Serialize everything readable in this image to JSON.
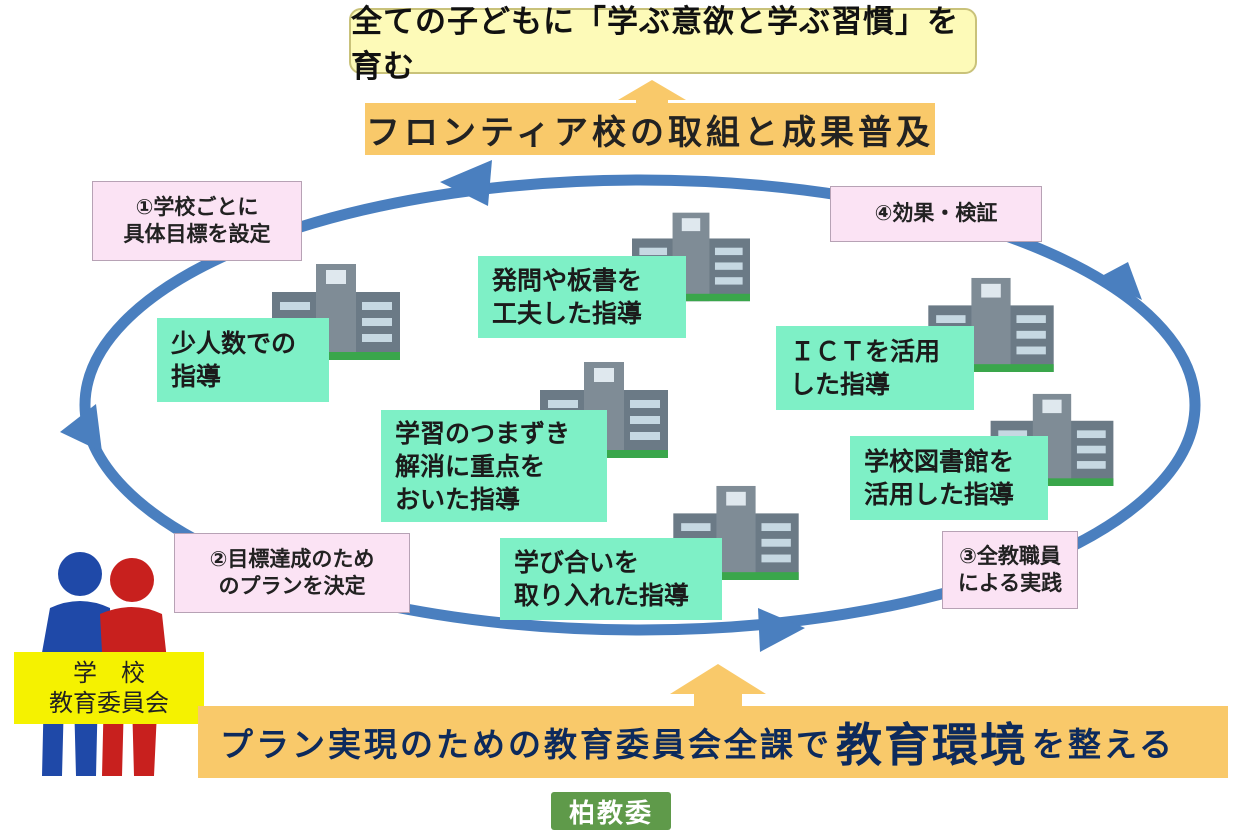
{
  "goal": "全ての子どもに「学ぶ意欲と学ぶ習慣」を育む",
  "frontier": "フロンティア校の取組と成果普及",
  "cycle": {
    "step1": "①学校ごとに\n具体目標を設定",
    "step2": "②目標達成のため\nのプランを決定",
    "step3": "③全教職員\nによる実践",
    "step4": "④効果・検証"
  },
  "practices": [
    "少人数での\n指導",
    "発問や板書を\n工夫した指導",
    "ＩＣＴを活用\nした指導",
    "学習のつまずき\n解消に重点を\nおいた指導",
    "学校図書館を\n活用した指導",
    "学び合いを\n取り入れた指導"
  ],
  "school_label": {
    "line1": "学　校",
    "line2": "教育委員会"
  },
  "environment": {
    "pre": "プラン実現のための教育委員会全課で",
    "big": "教育環境",
    "post": "を整える"
  },
  "logo": "柏教委",
  "colors": {
    "cycle_arrow": "#4a7fbf",
    "pink_box": "#fbe3f4",
    "green_box": "#7ef0c6",
    "orange_band": "#f9c96a",
    "goal_box": "#fdfab8",
    "person_blue": "#1f49a8",
    "person_red": "#c8201e"
  }
}
